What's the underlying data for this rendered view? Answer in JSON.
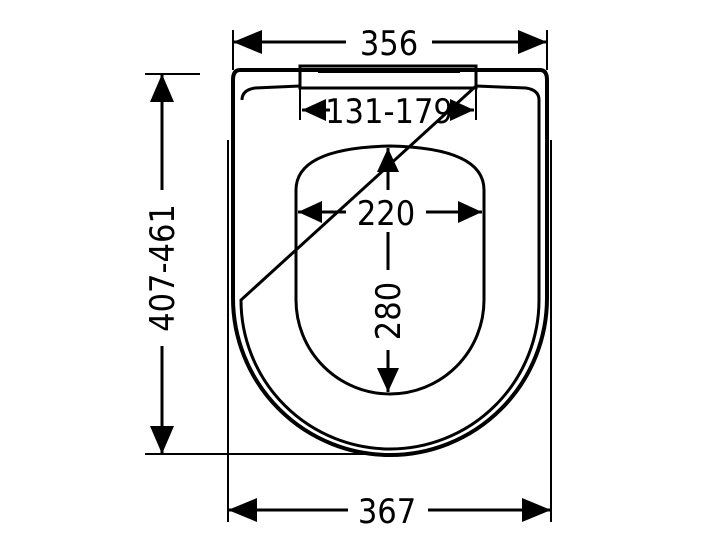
{
  "diagram": {
    "dimensions": {
      "top_width": "356",
      "hinge_spacing": "131-179",
      "opening_width": "220",
      "opening_length": "280",
      "overall_length": "407-461",
      "bottom_width": "367"
    }
  }
}
